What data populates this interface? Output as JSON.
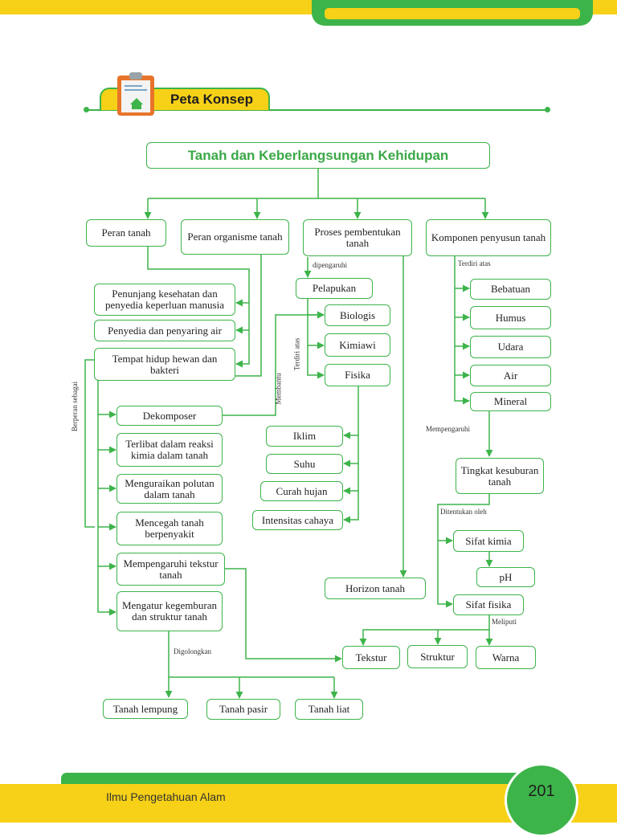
{
  "header": {
    "section_title": "Peta Konsep"
  },
  "map": {
    "title": "Tanah dan Keberlangsungan Kehidupan",
    "level1": [
      "Peran tanah",
      "Peran organisme tanah",
      "Proses pembentukan tanah",
      "Komponen penyusun tanah"
    ],
    "peran_tanah": [
      "Penunjang kesehatan dan penyedia keperluan manusia",
      "Penyedia dan penyaring air",
      "Tempat hidup hewan dan bakteri"
    ],
    "peran_organisme": [
      "Dekomposer",
      "Terlibat dalam reaksi kimia dalam tanah",
      "Menguraikan polutan dalam tanah",
      "Mencegah tanah berpenyakit",
      "Mempengaruhi tekstur tanah",
      "Mengatur kegemburan dan struktur tanah"
    ],
    "pelapukan": "Pelapukan",
    "jenis_pelapukan": [
      "Biologis",
      "Kimiawi",
      "Fisika"
    ],
    "faktor_fisika": [
      "Iklim",
      "Suhu",
      "Curah hujan",
      "Intensitas cahaya"
    ],
    "horizon": "Horizon tanah",
    "komponen": [
      "Bebatuan",
      "Humus",
      "Udara",
      "Air",
      "Mineral"
    ],
    "kesuburan": "Tingkat kesuburan tanah",
    "sifat_kimia": "Sifat kimia",
    "ph": "pH",
    "sifat_fisika": "Sifat fisika",
    "sifat_fisika_items": [
      "Tekstur",
      "Struktur",
      "Warna"
    ],
    "jenis_tanah": [
      "Tanah lempung",
      "Tanah pasir",
      "Tanah liat"
    ],
    "labels": {
      "dipengaruhi": "dipengaruhi",
      "terdiri_atas_1": "Terdiri atas",
      "terdiri_atas_2": "Terdiri atas",
      "membantu": "Membantu",
      "berperan_sebagai": "Berperan sebagai",
      "mempengaruhi": "Mempengaruhi",
      "ditentukan_oleh": "Ditentukan oleh",
      "meliputi": "Meliputi",
      "digolongkan": "Digolongkan"
    }
  },
  "footer": {
    "subject": "Ilmu Pengetahuan Alam",
    "page_number": "201"
  },
  "colors": {
    "green": "#3db44a",
    "yellow": "#f7d117",
    "title_green": "#3aa846"
  }
}
